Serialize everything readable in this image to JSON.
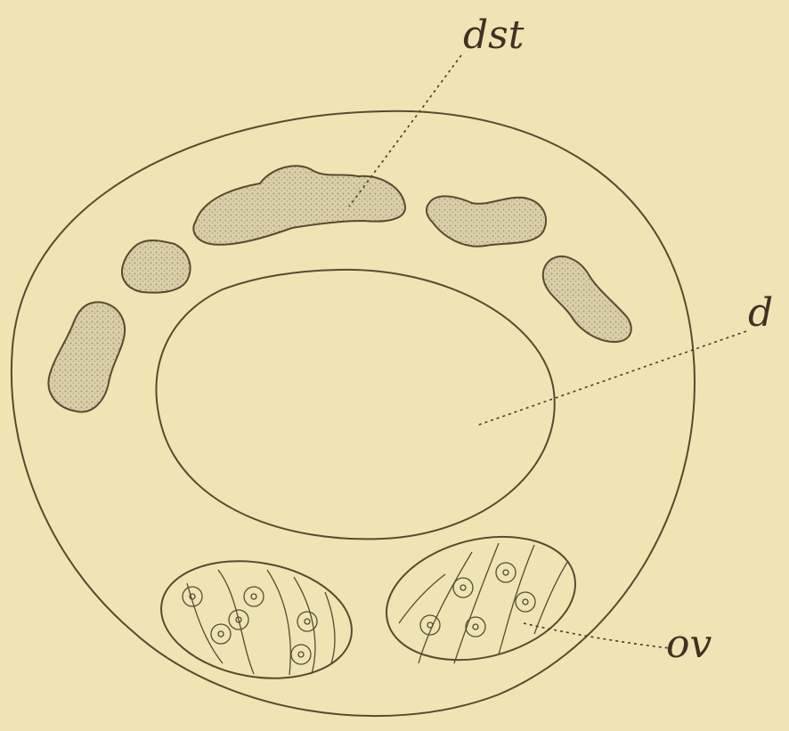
{
  "labels": {
    "dst": "dst",
    "d": "d",
    "ov": "ov"
  },
  "colors": {
    "paper": "#efe4b4",
    "ink": "#5a4a2e",
    "gland_fill": "#d8cfa8"
  }
}
